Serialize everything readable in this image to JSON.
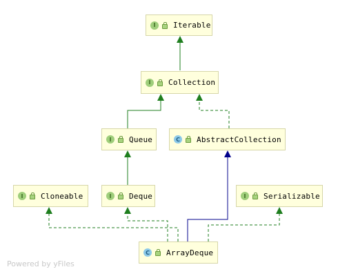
{
  "nodes": {
    "iterable": {
      "kind": "I",
      "name": "Iterable"
    },
    "collection": {
      "kind": "I",
      "name": "Collection"
    },
    "queue": {
      "kind": "I",
      "name": "Queue"
    },
    "abstract_collection": {
      "kind": "C",
      "name": "AbstractCollection"
    },
    "cloneable": {
      "kind": "I",
      "name": "Cloneable"
    },
    "deque": {
      "kind": "I",
      "name": "Deque"
    },
    "serializable": {
      "kind": "I",
      "name": "Serializable"
    },
    "array_deque": {
      "kind": "C",
      "name": "ArrayDeque"
    }
  },
  "relations": [
    {
      "from": "collection",
      "to": "iterable",
      "type": "extends"
    },
    {
      "from": "queue",
      "to": "collection",
      "type": "extends"
    },
    {
      "from": "abstract_collection",
      "to": "collection",
      "type": "implements"
    },
    {
      "from": "deque",
      "to": "queue",
      "type": "extends"
    },
    {
      "from": "array_deque",
      "to": "abstract_collection",
      "type": "class-extends"
    },
    {
      "from": "array_deque",
      "to": "cloneable",
      "type": "implements"
    },
    {
      "from": "array_deque",
      "to": "deque",
      "type": "implements"
    },
    {
      "from": "array_deque",
      "to": "serializable",
      "type": "implements"
    }
  ],
  "colors": {
    "extends_edge": "#1e7e1e",
    "implements_edge": "#1e7e1e",
    "class_extends_edge": "#00008b",
    "node_fill": "#ffffdd"
  },
  "icons": {
    "interface_badge": "interface-badge-icon",
    "class_badge": "class-badge-icon",
    "visibility": "lock-icon"
  },
  "watermark": "Powered by yFiles"
}
